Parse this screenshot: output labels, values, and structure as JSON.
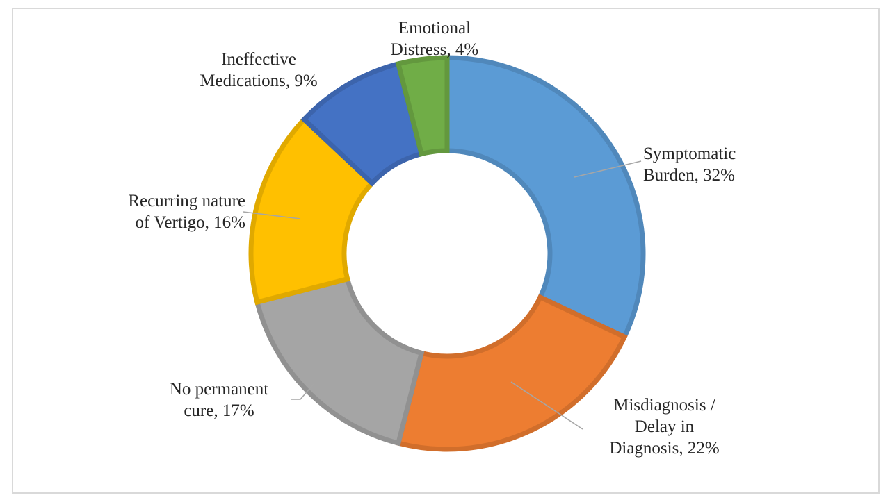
{
  "chart_data": {
    "type": "pie",
    "variant": "donut",
    "title": "",
    "start_angle_deg": 0,
    "direction": "clockwise",
    "legend": "none",
    "slices": [
      {
        "line1": "Symptomatic",
        "line2": "Burden, 32%",
        "value": 32,
        "color": "#5b9bd5"
      },
      {
        "line1": "Misdiagnosis /",
        "line2": "Delay in",
        "line3": "Diagnosis, 22%",
        "value": 22,
        "color": "#ed7d31"
      },
      {
        "line1": "No permanent",
        "line2": "cure, 17%",
        "value": 17,
        "color": "#a5a5a5"
      },
      {
        "line1": "Recurring nature",
        "line2": "of Vertigo, 16%",
        "value": 16,
        "color": "#ffc000"
      },
      {
        "line1": "Ineffective",
        "line2": "Medications, 9%",
        "value": 9,
        "color": "#4472c4"
      },
      {
        "line1": "Emotional",
        "line2": "Distress, 4%",
        "value": 4,
        "color": "#70ad47"
      }
    ]
  }
}
